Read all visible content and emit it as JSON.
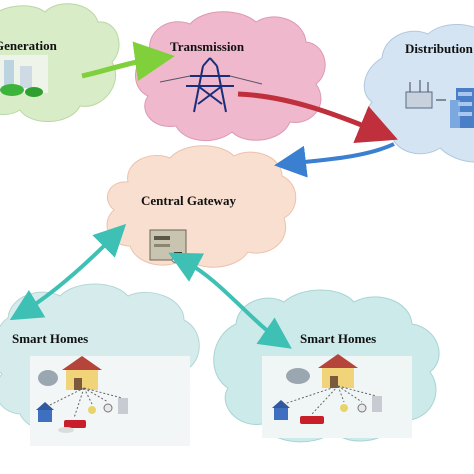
{
  "nodes": {
    "generation": {
      "label": "Generation",
      "color": "#d9ecc8"
    },
    "transmission": {
      "label": "Transmission",
      "color": "#f0b8cc"
    },
    "distribution": {
      "label": "Distribution",
      "color": "#d4e4f2"
    },
    "gateway": {
      "label": "Central Gateway",
      "color": "#f9dfd0"
    },
    "homes_left": {
      "label": "Smart Homes",
      "color": "#d6ecec"
    },
    "homes_right": {
      "label": "Smart Homes",
      "color": "#cdeaea"
    }
  },
  "arrows": {
    "gen_to_trans": "#7fd03a",
    "trans_to_dist": "#c0303c",
    "dist_to_gateway": "#3a7fd0",
    "gateway_homes": "#3fc0b4"
  }
}
